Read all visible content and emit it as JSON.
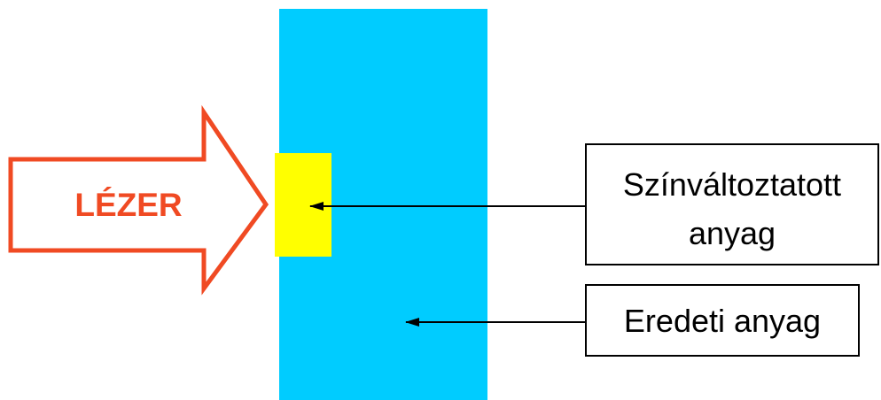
{
  "laser": {
    "label": "LÉZER",
    "color": "#f04a23"
  },
  "material": {
    "original_color": "#00ccff",
    "modified_color": "#ffff00"
  },
  "callouts": {
    "modified": {
      "line1": "Színváltoztatott",
      "line2": "anyag"
    },
    "original": {
      "label": "Eredeti anyag"
    }
  }
}
